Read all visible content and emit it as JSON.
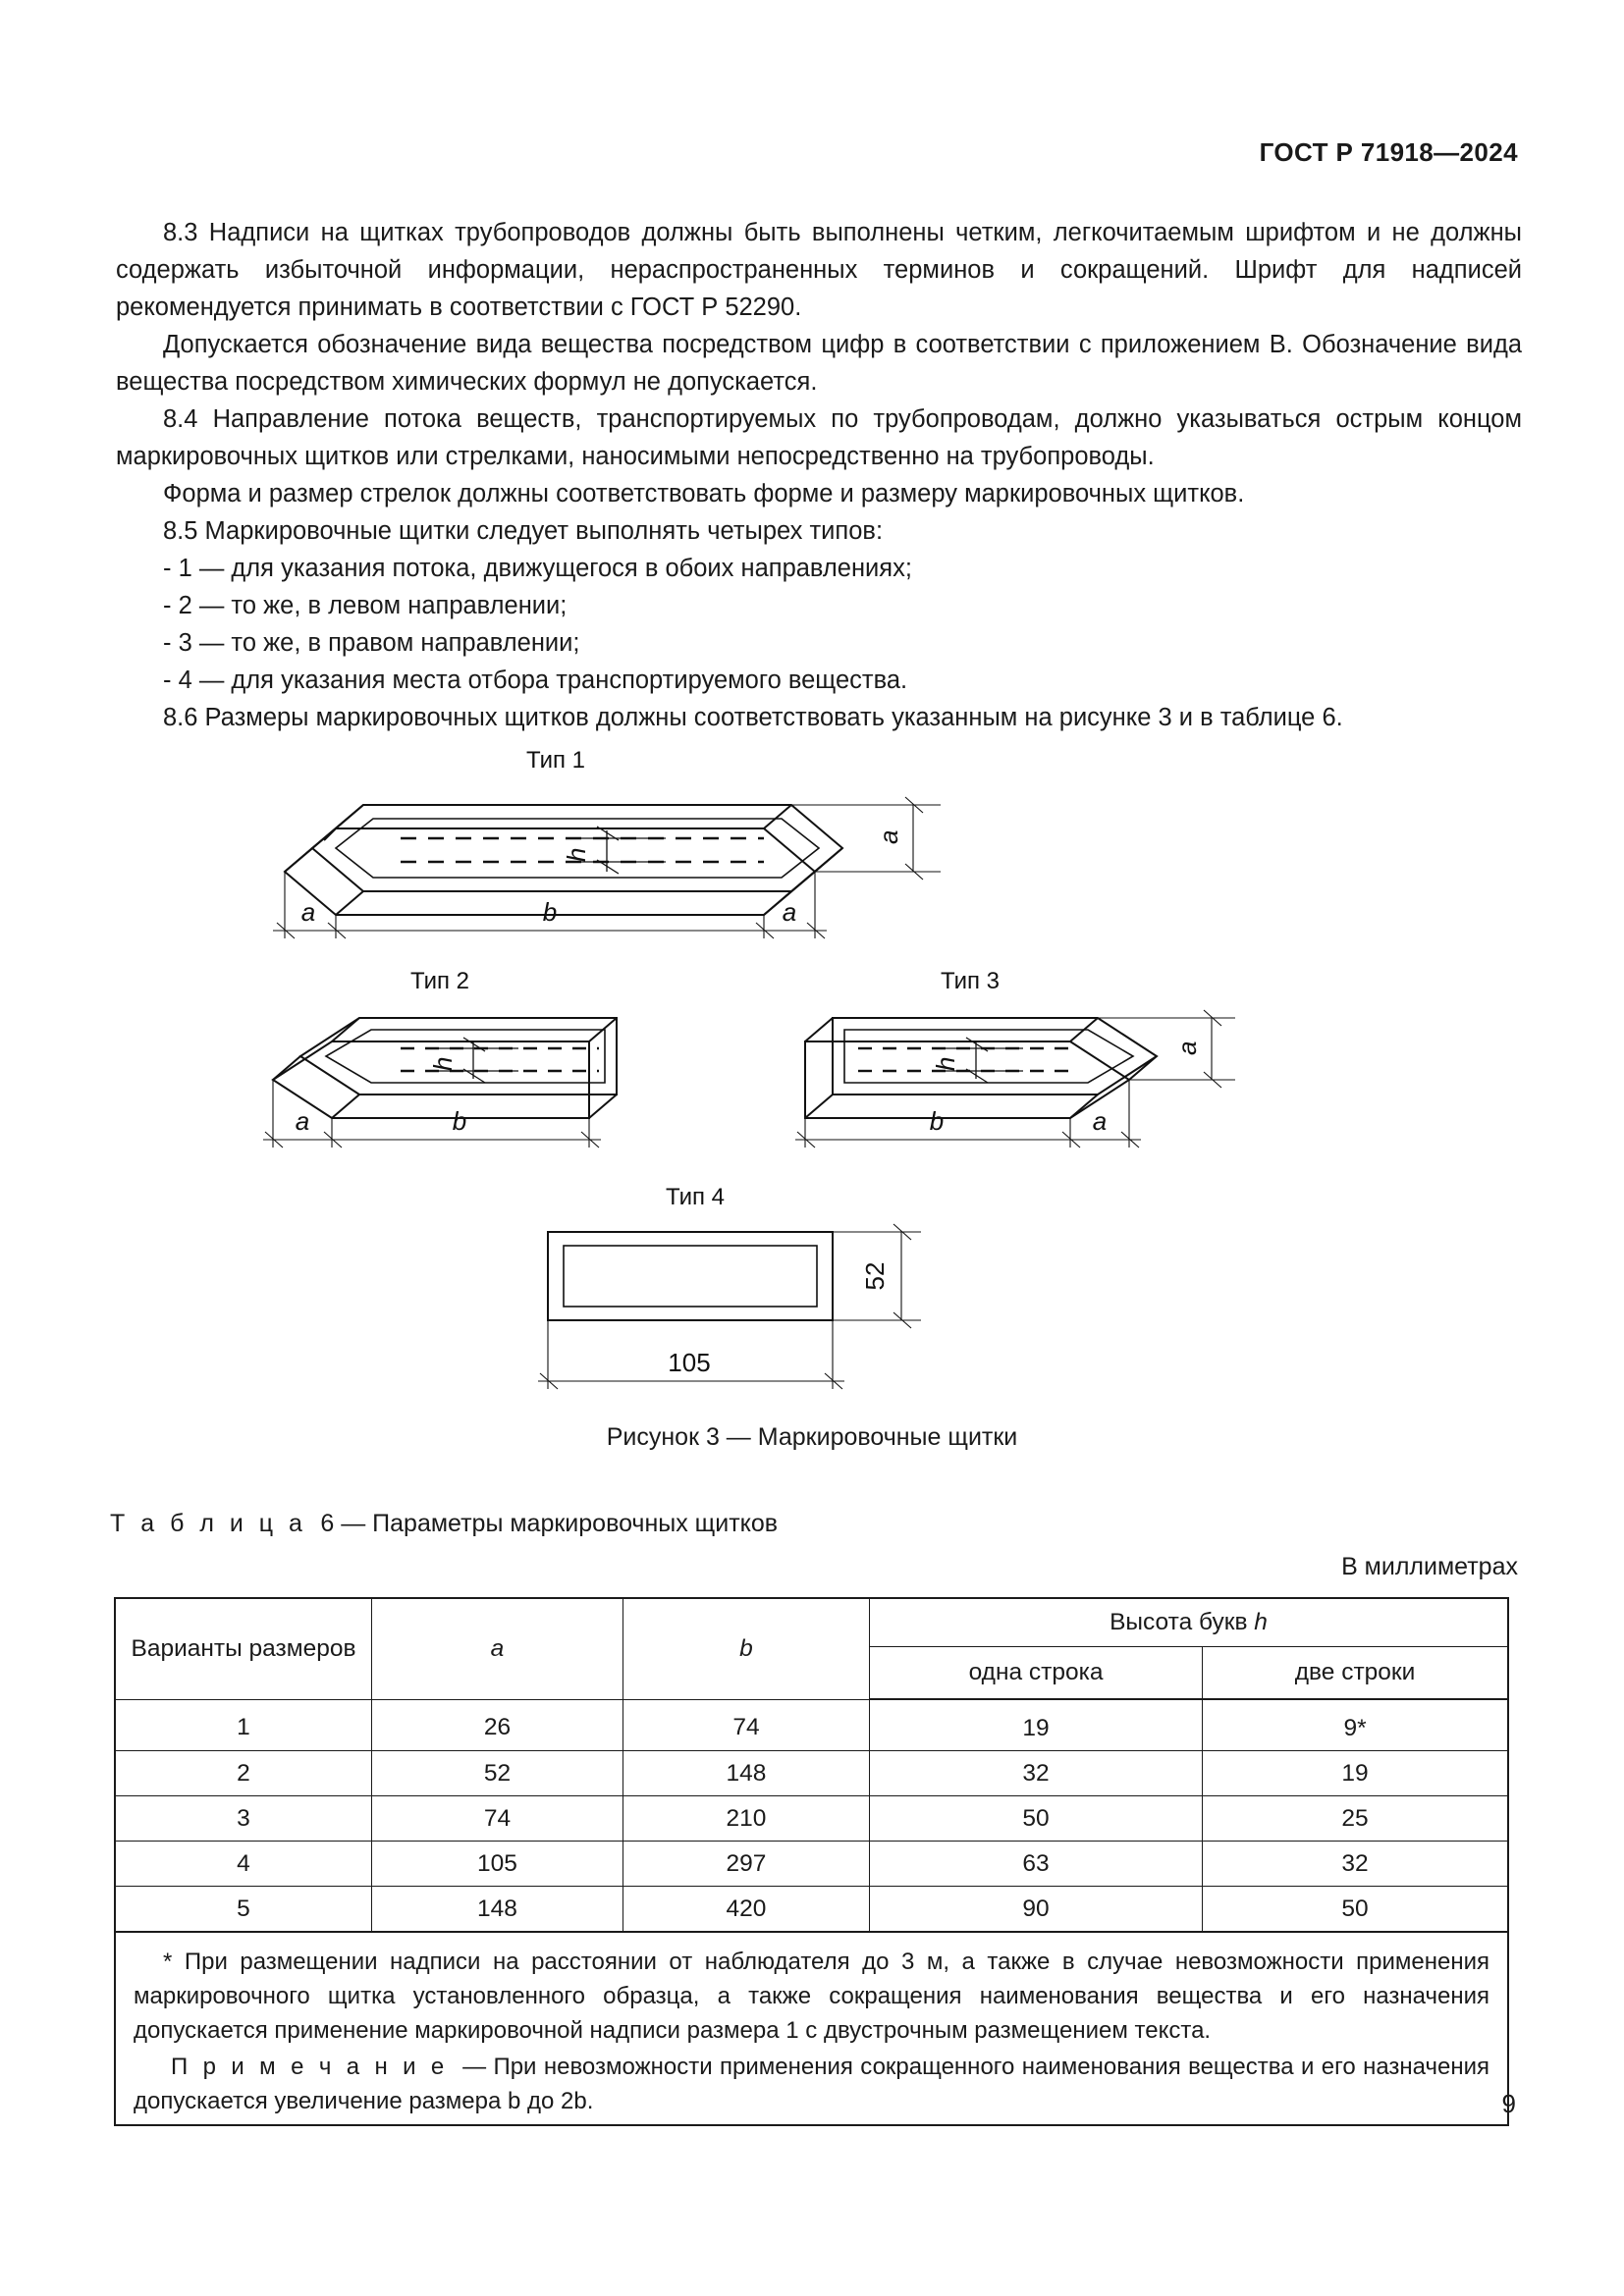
{
  "header": {
    "standard": "ГОСТ Р 71918—2024"
  },
  "body": {
    "p1": "8.3 Надписи на щитках трубопроводов должны быть выполнены четким, легкочитаемым шрифтом и не должны содержать избыточной информации, нераспространенных терминов и сокращений. Шрифт для надписей рекомендуется принимать в соответствии с ГОСТ Р 52290.",
    "p2": "Допускается обозначение вида вещества посредством цифр в соответствии с приложением В. Обозначение вида вещества посредством химических формул не допускается.",
    "p3": "8.4 Направление потока веществ, транспортируемых по трубопроводам, должно указываться острым концом маркировочных щитков или стрелками, наносимыми непосредственно на трубопроводы.",
    "p4": "Форма и размер стрелок должны соответствовать форме и размеру маркировочных щитков.",
    "p5": "8.5 Маркировочные щитки следует выполнять четырех типов:",
    "items": [
      "- 1 — для указания потока, движущегося в обоих направлениях;",
      "- 2 — то же, в левом направлении;",
      "- 3 — то же, в правом направлении;",
      "- 4 — для указания места отбора транспортируемого вещества."
    ],
    "p6": "8.6 Размеры маркировочных щитков должны соответствовать указанным на рисунке 3 и в таблице 6."
  },
  "figure": {
    "type1_label": "Тип 1",
    "type2_label": "Тип 2",
    "type3_label": "Тип 3",
    "type4_label": "Тип 4",
    "dim_a": "a",
    "dim_b": "b",
    "dim_h": "h",
    "type4_width": "105",
    "type4_height": "52",
    "caption": "Рисунок 3 — Маркировочные щитки"
  },
  "table": {
    "title_label": "Т а б л и ц а",
    "title_number": "6",
    "title_text": "— Параметры маркировочных щитков",
    "units": "В миллиметрах",
    "headers": {
      "variants": "Варианты размеров",
      "a": "a",
      "b": "b",
      "height_group": "Высота букв",
      "height_group_sym": "h",
      "one_line": "одна строка",
      "two_lines": "две строки"
    },
    "rows": [
      {
        "variant": "1",
        "a": "26",
        "b": "74",
        "one_line": "19",
        "two_lines": "9*"
      },
      {
        "variant": "2",
        "a": "52",
        "b": "148",
        "one_line": "32",
        "two_lines": "19"
      },
      {
        "variant": "3",
        "a": "74",
        "b": "210",
        "one_line": "50",
        "two_lines": "25"
      },
      {
        "variant": "4",
        "a": "105",
        "b": "297",
        "one_line": "63",
        "two_lines": "32"
      },
      {
        "variant": "5",
        "a": "148",
        "b": "420",
        "one_line": "90",
        "two_lines": "50"
      }
    ],
    "footnote": "* При размещении надписи на расстоянии от наблюдателя до 3 м, а также в случае невозможности применения маркировочного щитка установленного образца, а также сокращения наименования вещества и его назначения допускается применение маркировочной надписи размера 1 с двустрочным размещением текста.",
    "note_label": "П р и м е ч а н и е",
    "note_text": "— При невозможности применения сокращенного наименования вещества и его назначения допускается увеличение размера b до 2b."
  },
  "footer": {
    "page_number": "9"
  }
}
